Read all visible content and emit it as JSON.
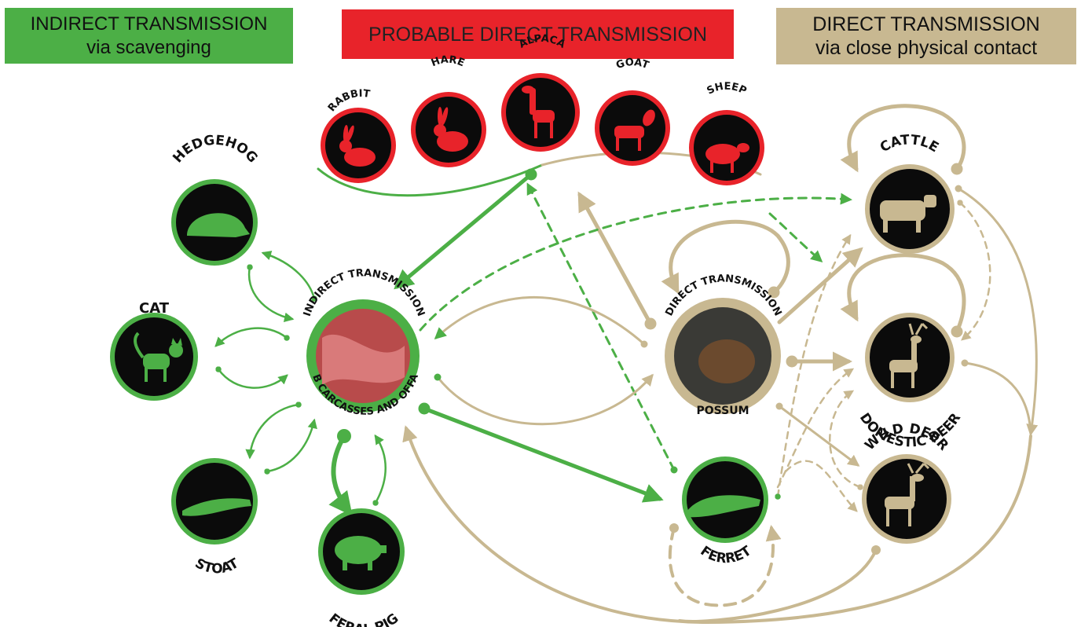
{
  "legend": {
    "indirect_title": "INDIRECT TRANSMISSION",
    "indirect_sub": "via scavenging",
    "probable_title": "PROBABLE DIRECT TRANSMISSION",
    "direct_title": "DIRECT TRANSMISSION",
    "direct_sub": "via close physical contact"
  },
  "colors": {
    "indirect": "#4caf46",
    "probable": "#e8232a",
    "direct": "#c8b891",
    "node_fill": "#0b0b0b"
  },
  "hubs": {
    "indirect_top": "INDIRECT TRANSMISSION",
    "indirect_bottom": "TB CARCASSES AND OFFAL",
    "direct_top": "DIRECT TRANSMISSION",
    "direct_bottom": "POSSUM"
  },
  "animals": {
    "rabbit": "RABBIT",
    "hare": "HARE",
    "alpaca": "ALPACA",
    "goat": "GOAT",
    "sheep": "SHEEP",
    "hedgehog": "HEDGEHOG",
    "cat": "CAT",
    "stoat": "STOAT",
    "feral_pig": "FERAL PIG",
    "ferret": "FERRET",
    "cattle": "CATTLE",
    "domestic_deer": "DOMESTIC DEER",
    "wild_deer": "WILD DEER"
  }
}
